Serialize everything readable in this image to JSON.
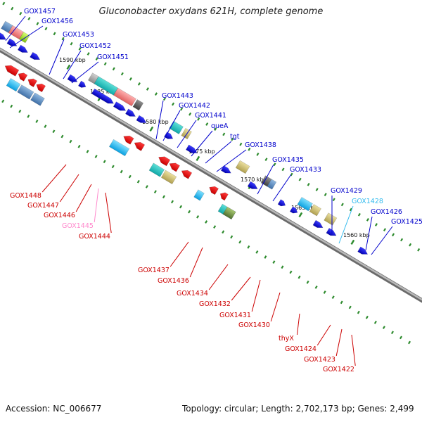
{
  "title": "Gluconobacter oxydans 621H, complete genome",
  "footer": {
    "accession": "Accession: NC_006677",
    "topology": "Topology: circular; Length: 2,702,173 bp; Genes: 2,499"
  },
  "colors": {
    "backbone": "#8c8c8c",
    "top_label": "#0000cc",
    "bottom_label": "#cc0000",
    "pink_label": "#ff88cc",
    "cyan_label": "#33bbee",
    "tick": "#2e8b2e"
  },
  "ticks": [
    {
      "label": "1590 kbp"
    },
    {
      "label": "1585 kbp"
    },
    {
      "label": "1580 kbp"
    },
    {
      "label": "1575 kbp"
    },
    {
      "label": "1570 kbp"
    },
    {
      "label": "1565 kbp"
    },
    {
      "label": "1560 kbp"
    }
  ],
  "genes_top": [
    {
      "name": "GOX1457",
      "color": "blue"
    },
    {
      "name": "GOX1456",
      "color": "blue"
    },
    {
      "name": "GOX1453",
      "color": "blue"
    },
    {
      "name": "GOX1452",
      "color": "blue"
    },
    {
      "name": "GOX1451",
      "color": "blue"
    },
    {
      "name": "GOX1443",
      "color": "blue"
    },
    {
      "name": "GOX1442",
      "color": "blue"
    },
    {
      "name": "GOX1441",
      "color": "blue"
    },
    {
      "name": "queA",
      "color": "blue"
    },
    {
      "name": "tgt",
      "color": "blue"
    },
    {
      "name": "GOX1438",
      "color": "blue"
    },
    {
      "name": "GOX1435",
      "color": "blue"
    },
    {
      "name": "GOX1433",
      "color": "blue"
    },
    {
      "name": "GOX1429",
      "color": "blue"
    },
    {
      "name": "GOX1428",
      "color": "cyan"
    },
    {
      "name": "GOX1426",
      "color": "blue"
    },
    {
      "name": "GOX1425",
      "color": "blue"
    }
  ],
  "genes_bottom": [
    {
      "name": "GOX1448",
      "color": "red"
    },
    {
      "name": "GOX1447",
      "color": "red"
    },
    {
      "name": "GOX1446",
      "color": "red"
    },
    {
      "name": "GOX1445",
      "color": "pink"
    },
    {
      "name": "GOX1444",
      "color": "red"
    },
    {
      "name": "GOX1437",
      "color": "red"
    },
    {
      "name": "GOX1436",
      "color": "red"
    },
    {
      "name": "GOX1434",
      "color": "red"
    },
    {
      "name": "GOX1432",
      "color": "red"
    },
    {
      "name": "GOX1431",
      "color": "red"
    },
    {
      "name": "GOX1430",
      "color": "red"
    },
    {
      "name": "thyX",
      "color": "red"
    },
    {
      "name": "GOX1424",
      "color": "red"
    },
    {
      "name": "GOX1423",
      "color": "red"
    },
    {
      "name": "GOX1422",
      "color": "red"
    }
  ]
}
